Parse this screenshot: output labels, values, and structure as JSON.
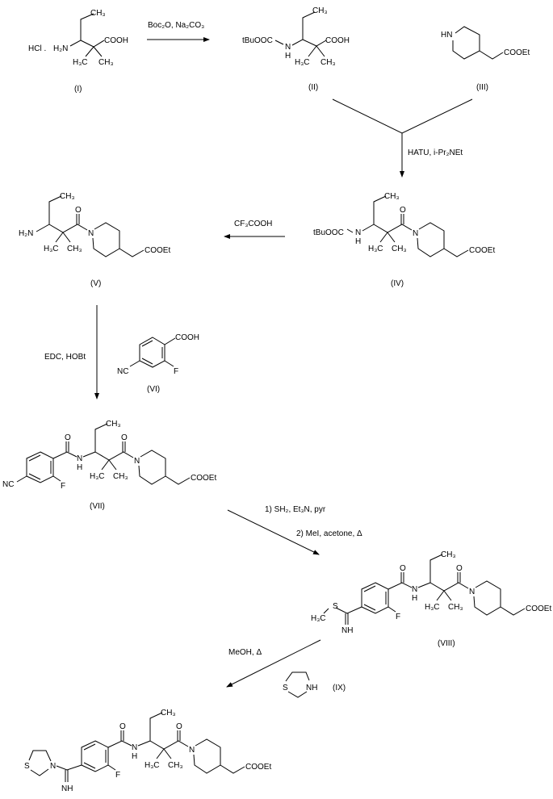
{
  "colors": {
    "line": "#000000",
    "background": "#ffffff"
  },
  "reagents": {
    "step1": "Boc₂O, Na₂CO₃",
    "step2": "HATU, i-Pr₂NEt",
    "step3": "CF₃COOH",
    "step4": "EDC, HOBt",
    "step5a": "1) SH₂, Et₃N, pyr",
    "step5b": "2) MeI, acetone, Δ",
    "step6": "MeOH, Δ"
  },
  "compounds": {
    "I": {
      "label": "(I)",
      "salt": "HCl .",
      "amine": "H₂N",
      "acid": "COOH",
      "ethyl_methyl": "CH₃",
      "methyl_left": "H₃C",
      "methyl_right": "CH₃"
    },
    "II": {
      "label": "(II)",
      "boc": "tBuOOC",
      "n": "N",
      "h": "H",
      "acid": "COOH",
      "ethyl_methyl": "CH₃",
      "methyl_left": "H₃C",
      "methyl_right": "CH₃"
    },
    "III": {
      "label": "(III)",
      "amine": "HN",
      "ester": "COOEt"
    },
    "IV": {
      "label": "(IV)",
      "boc": "tBuOOC",
      "n": "N",
      "h": "H",
      "ethyl_methyl": "CH₃",
      "oxygen": "O",
      "ring_n": "N",
      "methyl_left": "H₃C",
      "methyl_right": "CH₃",
      "ester": "COOEt"
    },
    "V": {
      "label": "(V)",
      "amine": "H₂N",
      "ethyl_methyl": "CH₃",
      "oxygen": "O",
      "ring_n": "N",
      "methyl_left": "H₃C",
      "methyl_right": "CH₃",
      "ester": "COOEt"
    },
    "VI": {
      "label": "(VI)",
      "acid": "COOH",
      "fluoro": "F",
      "nitrile": "NC"
    },
    "VII": {
      "label": "(VII)",
      "nitrile": "NC",
      "fluoro": "F",
      "amide_o": "O",
      "n": "N",
      "h": "H",
      "ethyl_methyl": "CH₃",
      "oxygen": "O",
      "ring_n": "N",
      "methyl_left": "H₃C",
      "methyl_right": "CH₃",
      "ester": "COOEt"
    },
    "VIII": {
      "label": "(VIII)",
      "methyl_s": "H₃C",
      "sulfur": "S",
      "imine": "NH",
      "fluoro": "F",
      "amide_o": "O",
      "n": "N",
      "h": "H",
      "ethyl_methyl": "CH₃",
      "oxygen": "O",
      "ring_n": "N",
      "methyl_left": "H₃C",
      "methyl_right": "CH₃",
      "ester": "COOEt"
    },
    "IX": {
      "label": "(IX)",
      "sulfur": "S",
      "amine": "NH"
    },
    "final": {
      "sulfur": "S",
      "thz_n": "N",
      "imine": "NH",
      "fluoro": "F",
      "amide_o": "O",
      "n": "N",
      "h": "H",
      "ethyl_methyl": "CH₃",
      "oxygen": "O",
      "ring_n": "N",
      "methyl_left": "H₃C",
      "methyl_right": "CH₃",
      "ester": "COOEt"
    }
  }
}
